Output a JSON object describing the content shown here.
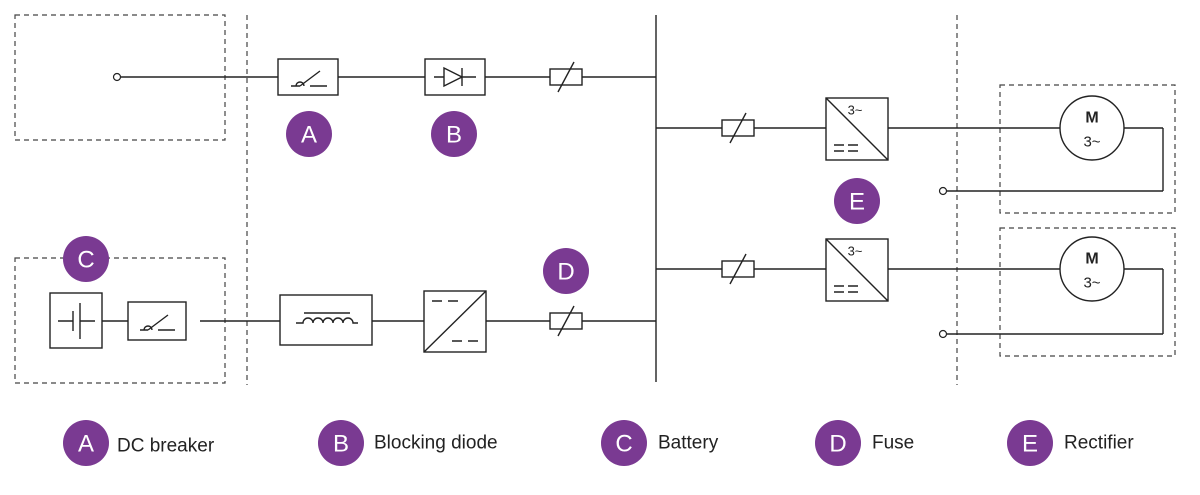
{
  "legend": [
    {
      "key": "A",
      "label": "DC breaker"
    },
    {
      "key": "B",
      "label": "Blocking diode"
    },
    {
      "key": "C",
      "label": "Battery"
    },
    {
      "key": "D",
      "label": "Fuse"
    },
    {
      "key": "E",
      "label": "Rectifier"
    }
  ],
  "markers": {
    "a": "A",
    "b": "B",
    "c": "C",
    "d": "D",
    "e": "E"
  },
  "motors": {
    "letter": "M",
    "phase": "3~"
  },
  "rectifier_phase": "3~",
  "colors": {
    "badge": "#7a3a92",
    "line": "#222222"
  }
}
